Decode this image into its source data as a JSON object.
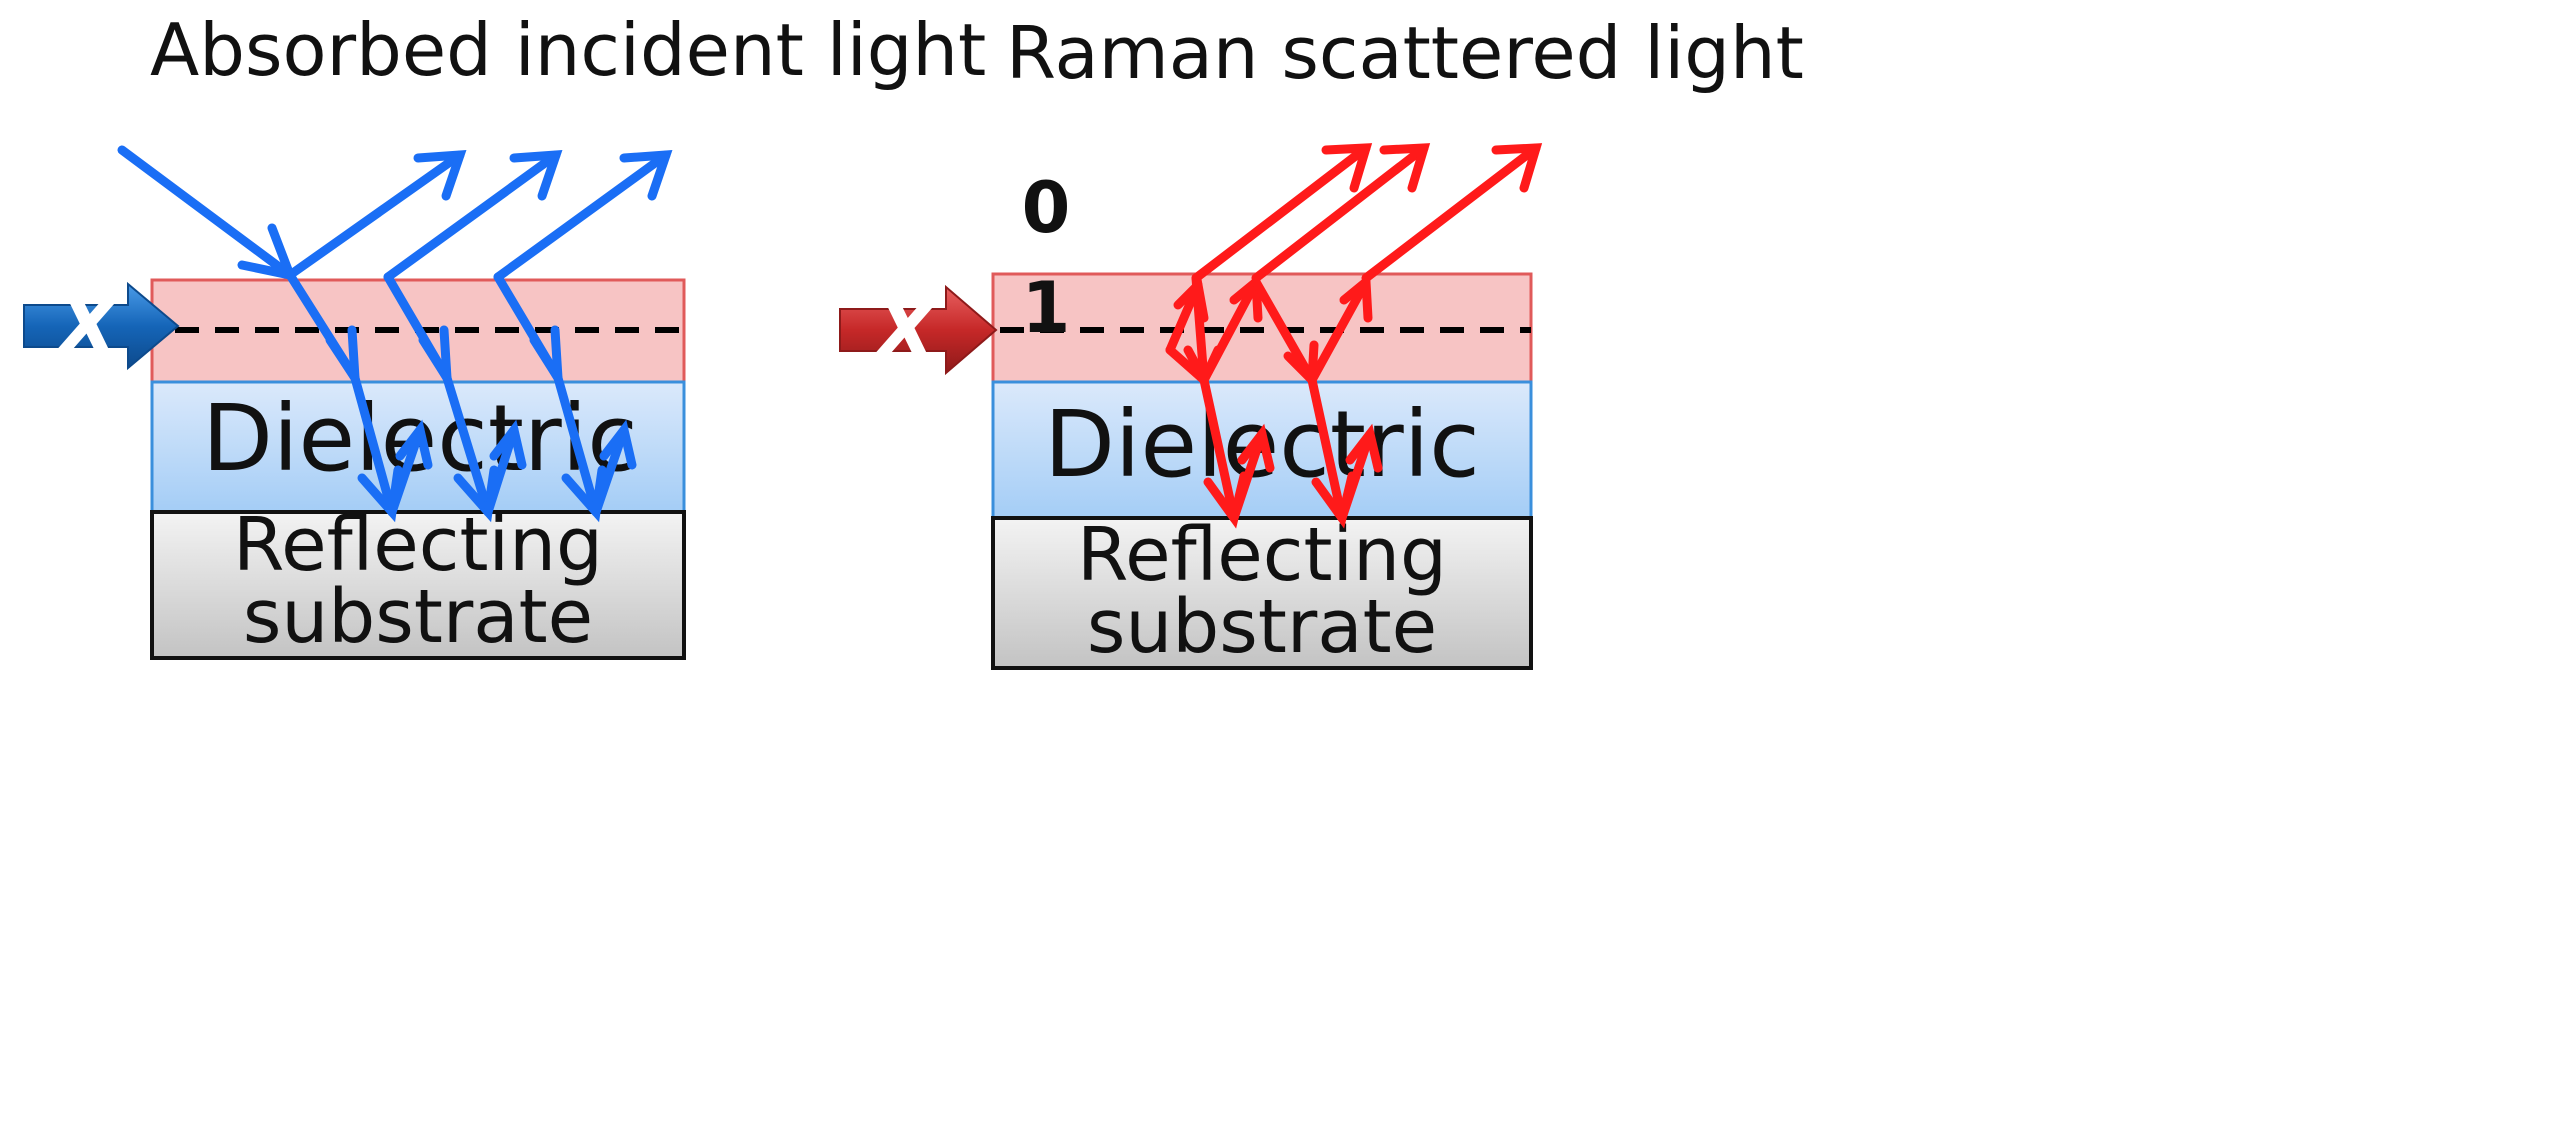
{
  "panels": [
    {
      "id": "absorbed",
      "title": "Absorbed incident light",
      "layers": {
        "top": "",
        "dielectric": "Dielectric",
        "substrate_line1": "Reflecting",
        "substrate_line2": "substrate"
      },
      "position_marker": "X",
      "colors": {
        "light": "#1a6ef5",
        "marker": "#1565b8"
      }
    },
    {
      "id": "raman",
      "title": "Raman scattered light",
      "layers": {
        "top": "",
        "dielectric": "Dielectric",
        "substrate_line1": "Reflecting",
        "substrate_line2": "substrate"
      },
      "position_marker": "X",
      "depth_labels": [
        "0",
        "1"
      ],
      "colors": {
        "light": "#ff1a1a",
        "marker": "#c62828"
      }
    }
  ],
  "colors": {
    "absorbing_layer": "#f7c4c4",
    "dielectric_top": "#dbe9fb",
    "dielectric_bottom": "#a8cff7",
    "substrate_top": "#f2f2f2",
    "substrate_bottom": "#c4c4c4"
  }
}
